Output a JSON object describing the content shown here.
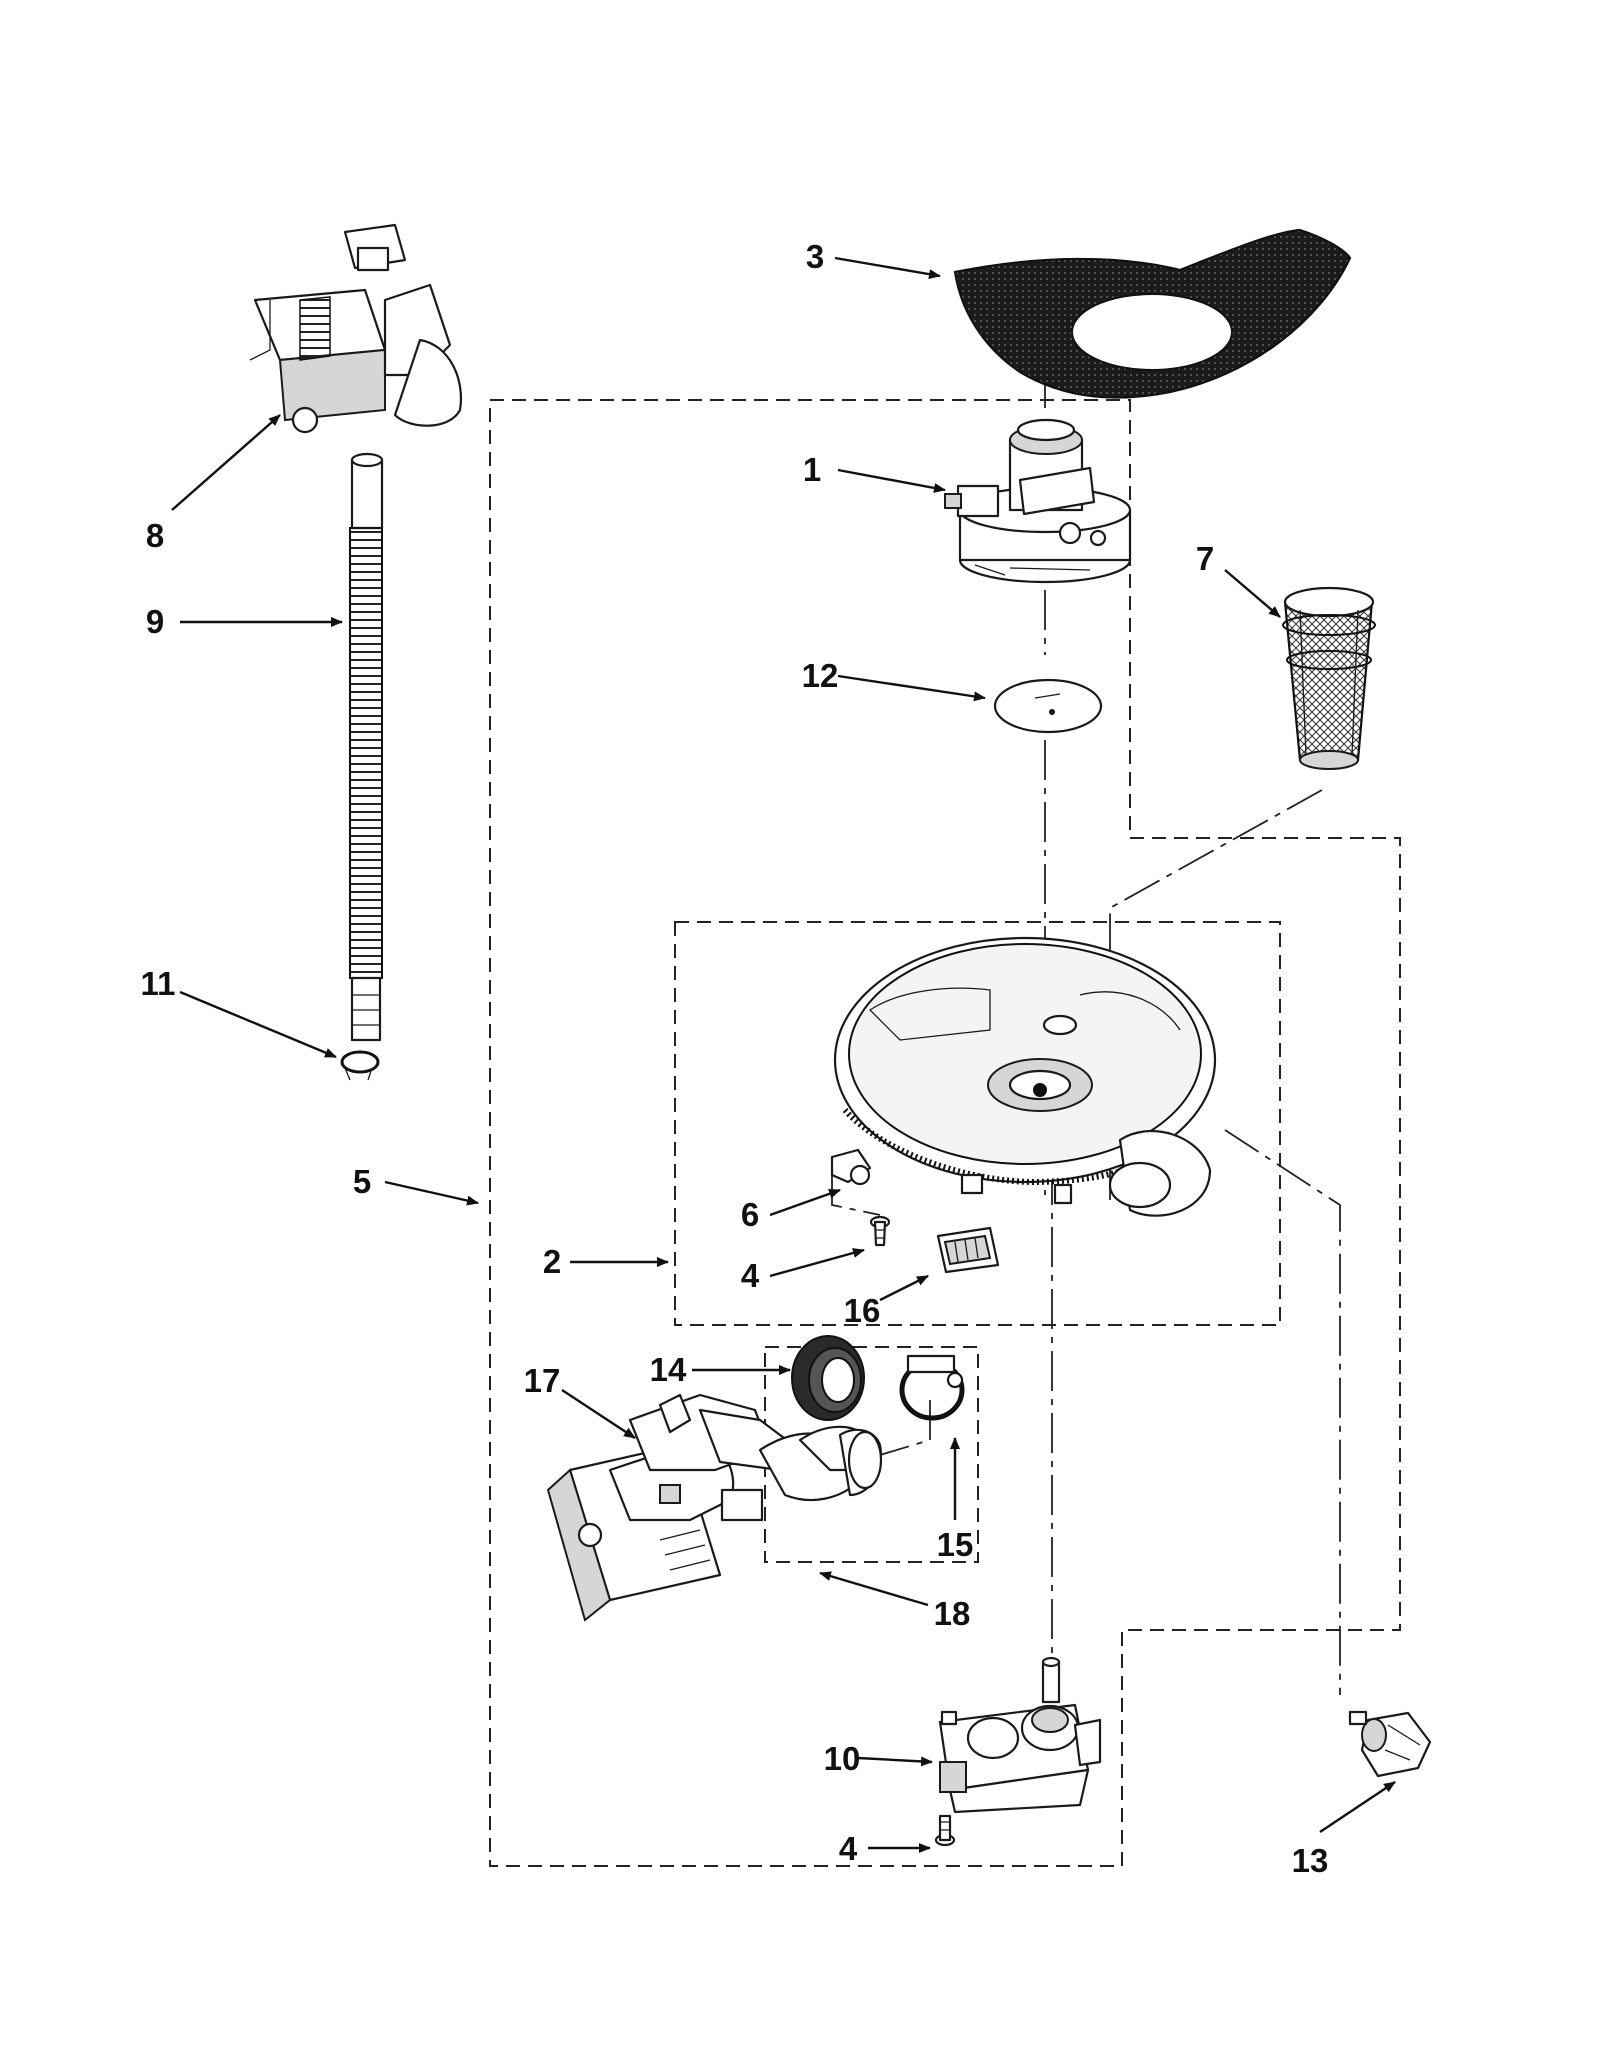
{
  "diagram": {
    "callouts": [
      {
        "id": "c1",
        "label": "1"
      },
      {
        "id": "c2",
        "label": "2"
      },
      {
        "id": "c3",
        "label": "3"
      },
      {
        "id": "c4a",
        "label": "4"
      },
      {
        "id": "c4b",
        "label": "4"
      },
      {
        "id": "c5",
        "label": "5"
      },
      {
        "id": "c6",
        "label": "6"
      },
      {
        "id": "c7",
        "label": "7"
      },
      {
        "id": "c8",
        "label": "8"
      },
      {
        "id": "c9",
        "label": "9"
      },
      {
        "id": "c10",
        "label": "10"
      },
      {
        "id": "c11",
        "label": "11"
      },
      {
        "id": "c12",
        "label": "12"
      },
      {
        "id": "c13",
        "label": "13"
      },
      {
        "id": "c14",
        "label": "14"
      },
      {
        "id": "c15",
        "label": "15"
      },
      {
        "id": "c16",
        "label": "16"
      },
      {
        "id": "c17",
        "label": "17"
      },
      {
        "id": "c18",
        "label": "18"
      }
    ]
  }
}
